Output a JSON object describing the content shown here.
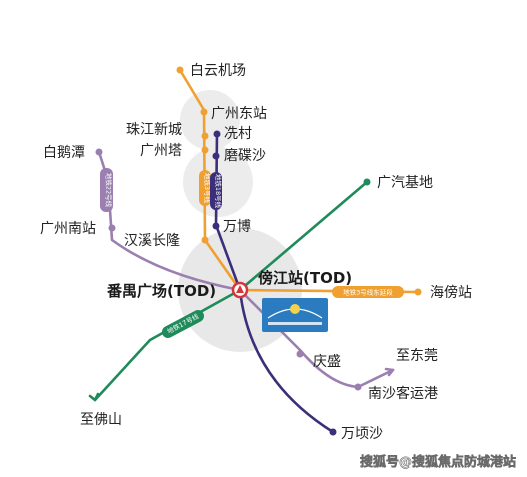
{
  "stations": {
    "baiyun_airport": "白云机场",
    "guangzhou_east": "广州东站",
    "zhujiang_newtown": "珠江新城",
    "xiancun": "冼村",
    "guangzhou_tower": "广州塔",
    "mochongsha": "磨碟沙",
    "baietan": "白鹅潭",
    "guangqi_base": "广汽基地",
    "guangzhou_south": "广州南站",
    "hanxi_changlong": "汉溪长隆",
    "wanbo": "万博",
    "panyu_square": "番禺广场(TOD)",
    "pangjiang": "傍江站(TOD)",
    "haipang": "海傍站",
    "qingsheng": "庆盛",
    "to_dongguan": "至东莞",
    "nansha_port": "南沙客运港",
    "to_foshan": "至佛山",
    "wanqingsha": "万顷沙"
  },
  "line_labels": {
    "metro_22": "地铁22号线",
    "metro_3": "地铁3号线",
    "metro_18": "地铁18号线",
    "metro_3_east": "地铁3号线东延段",
    "metro_17": "地铁17号线"
  },
  "line_colors": {
    "line_22": "#9b7fb0",
    "line_3": "#f0a030",
    "line_18": "#3b2f7a",
    "line_17": "#1f8a5a",
    "station_hub": "#d7343a"
  },
  "watermark": "搜狐号@搜狐焦点防城港站"
}
